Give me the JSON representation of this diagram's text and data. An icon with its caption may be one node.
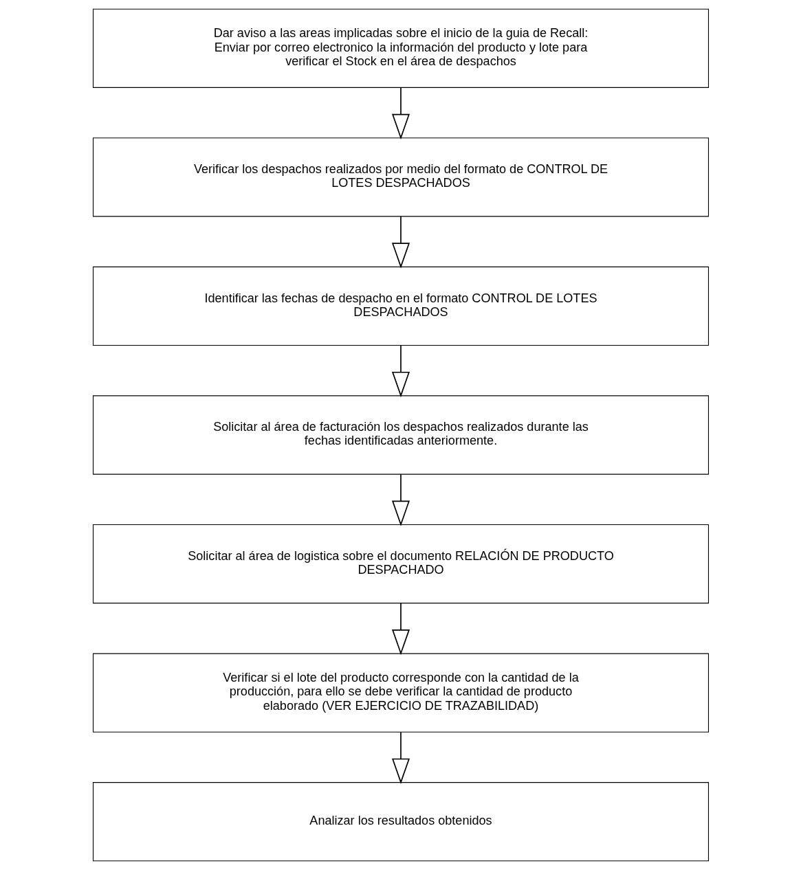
{
  "diagram": {
    "nodes": [
      {
        "text": [
          "Dar aviso a las areas implicadas sobre el inicio de la guia de Recall: Enviar por correo electronico la información del producto y lote para verificar el Stock en el área de despachos"
        ]
      },
      {
        "text": [
          "Verificar los despachos realizados por medio del formato de CONTROL DE LOTES DESPACHADOS"
        ]
      },
      {
        "text": [
          "Identificar las fechas de despacho en el formato CONTROL DE LOTES DESPACHADOS"
        ]
      },
      {
        "text": [
          "Solicitar al área de facturación los despachos realizados durante las fechas identificadas anteriormente."
        ]
      },
      {
        "text": [
          "Solicitar al área de logistica sobre el documento RELACIÓN DE PRODUCTO DESPACHADO"
        ]
      },
      {
        "text": [
          "Verificar si el lote del producto corresponde con la cantidad de la producción, para ello se debe verificar la cantidad de producto elaborado (VER EJERCICIO DE TRAZABILIDAD)"
        ]
      },
      {
        "text": [
          "Analizar los resultados obtenidos"
        ]
      }
    ],
    "edges": [
      {
        "from": 0,
        "to": 1,
        "arrow": "to"
      },
      {
        "from": 1,
        "to": 2,
        "arrow": "to"
      },
      {
        "from": 2,
        "to": 3,
        "arrow": "to"
      },
      {
        "from": 3,
        "to": 4,
        "arrow": "to"
      },
      {
        "from": 4,
        "to": 5,
        "arrow": "to"
      },
      {
        "from": 5,
        "to": 6,
        "arrow": "to"
      }
    ]
  }
}
